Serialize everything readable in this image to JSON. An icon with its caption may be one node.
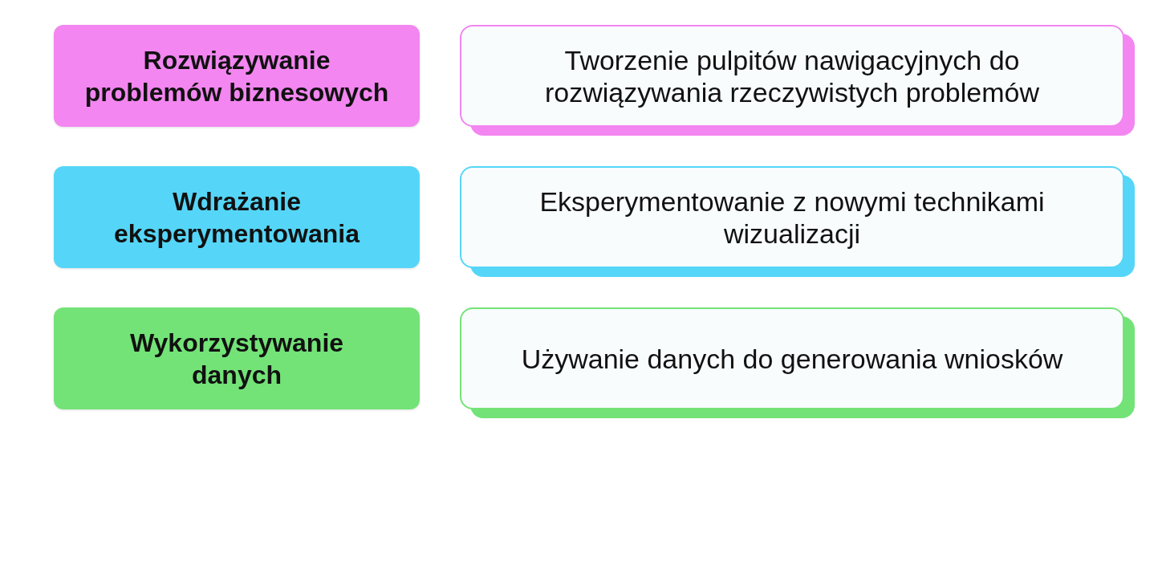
{
  "diagram": {
    "nodes": [
      {
        "text": [
          "Rozwiązywanie problemów biznesowych"
        ]
      },
      {
        "text": [
          "Tworzenie pulpitów nawigacyjnych do rozwiązywania rzeczywistych problemów"
        ]
      },
      {
        "text": [
          "Wdrażanie eksperymentowania"
        ]
      },
      {
        "text": [
          "Eksperymentowanie z nowymi technikami wizualizacji"
        ]
      },
      {
        "text": [
          "Wykorzystywanie danych"
        ]
      },
      {
        "text": [
          "Używanie danych do generowania wniosków"
        ]
      }
    ]
  }
}
